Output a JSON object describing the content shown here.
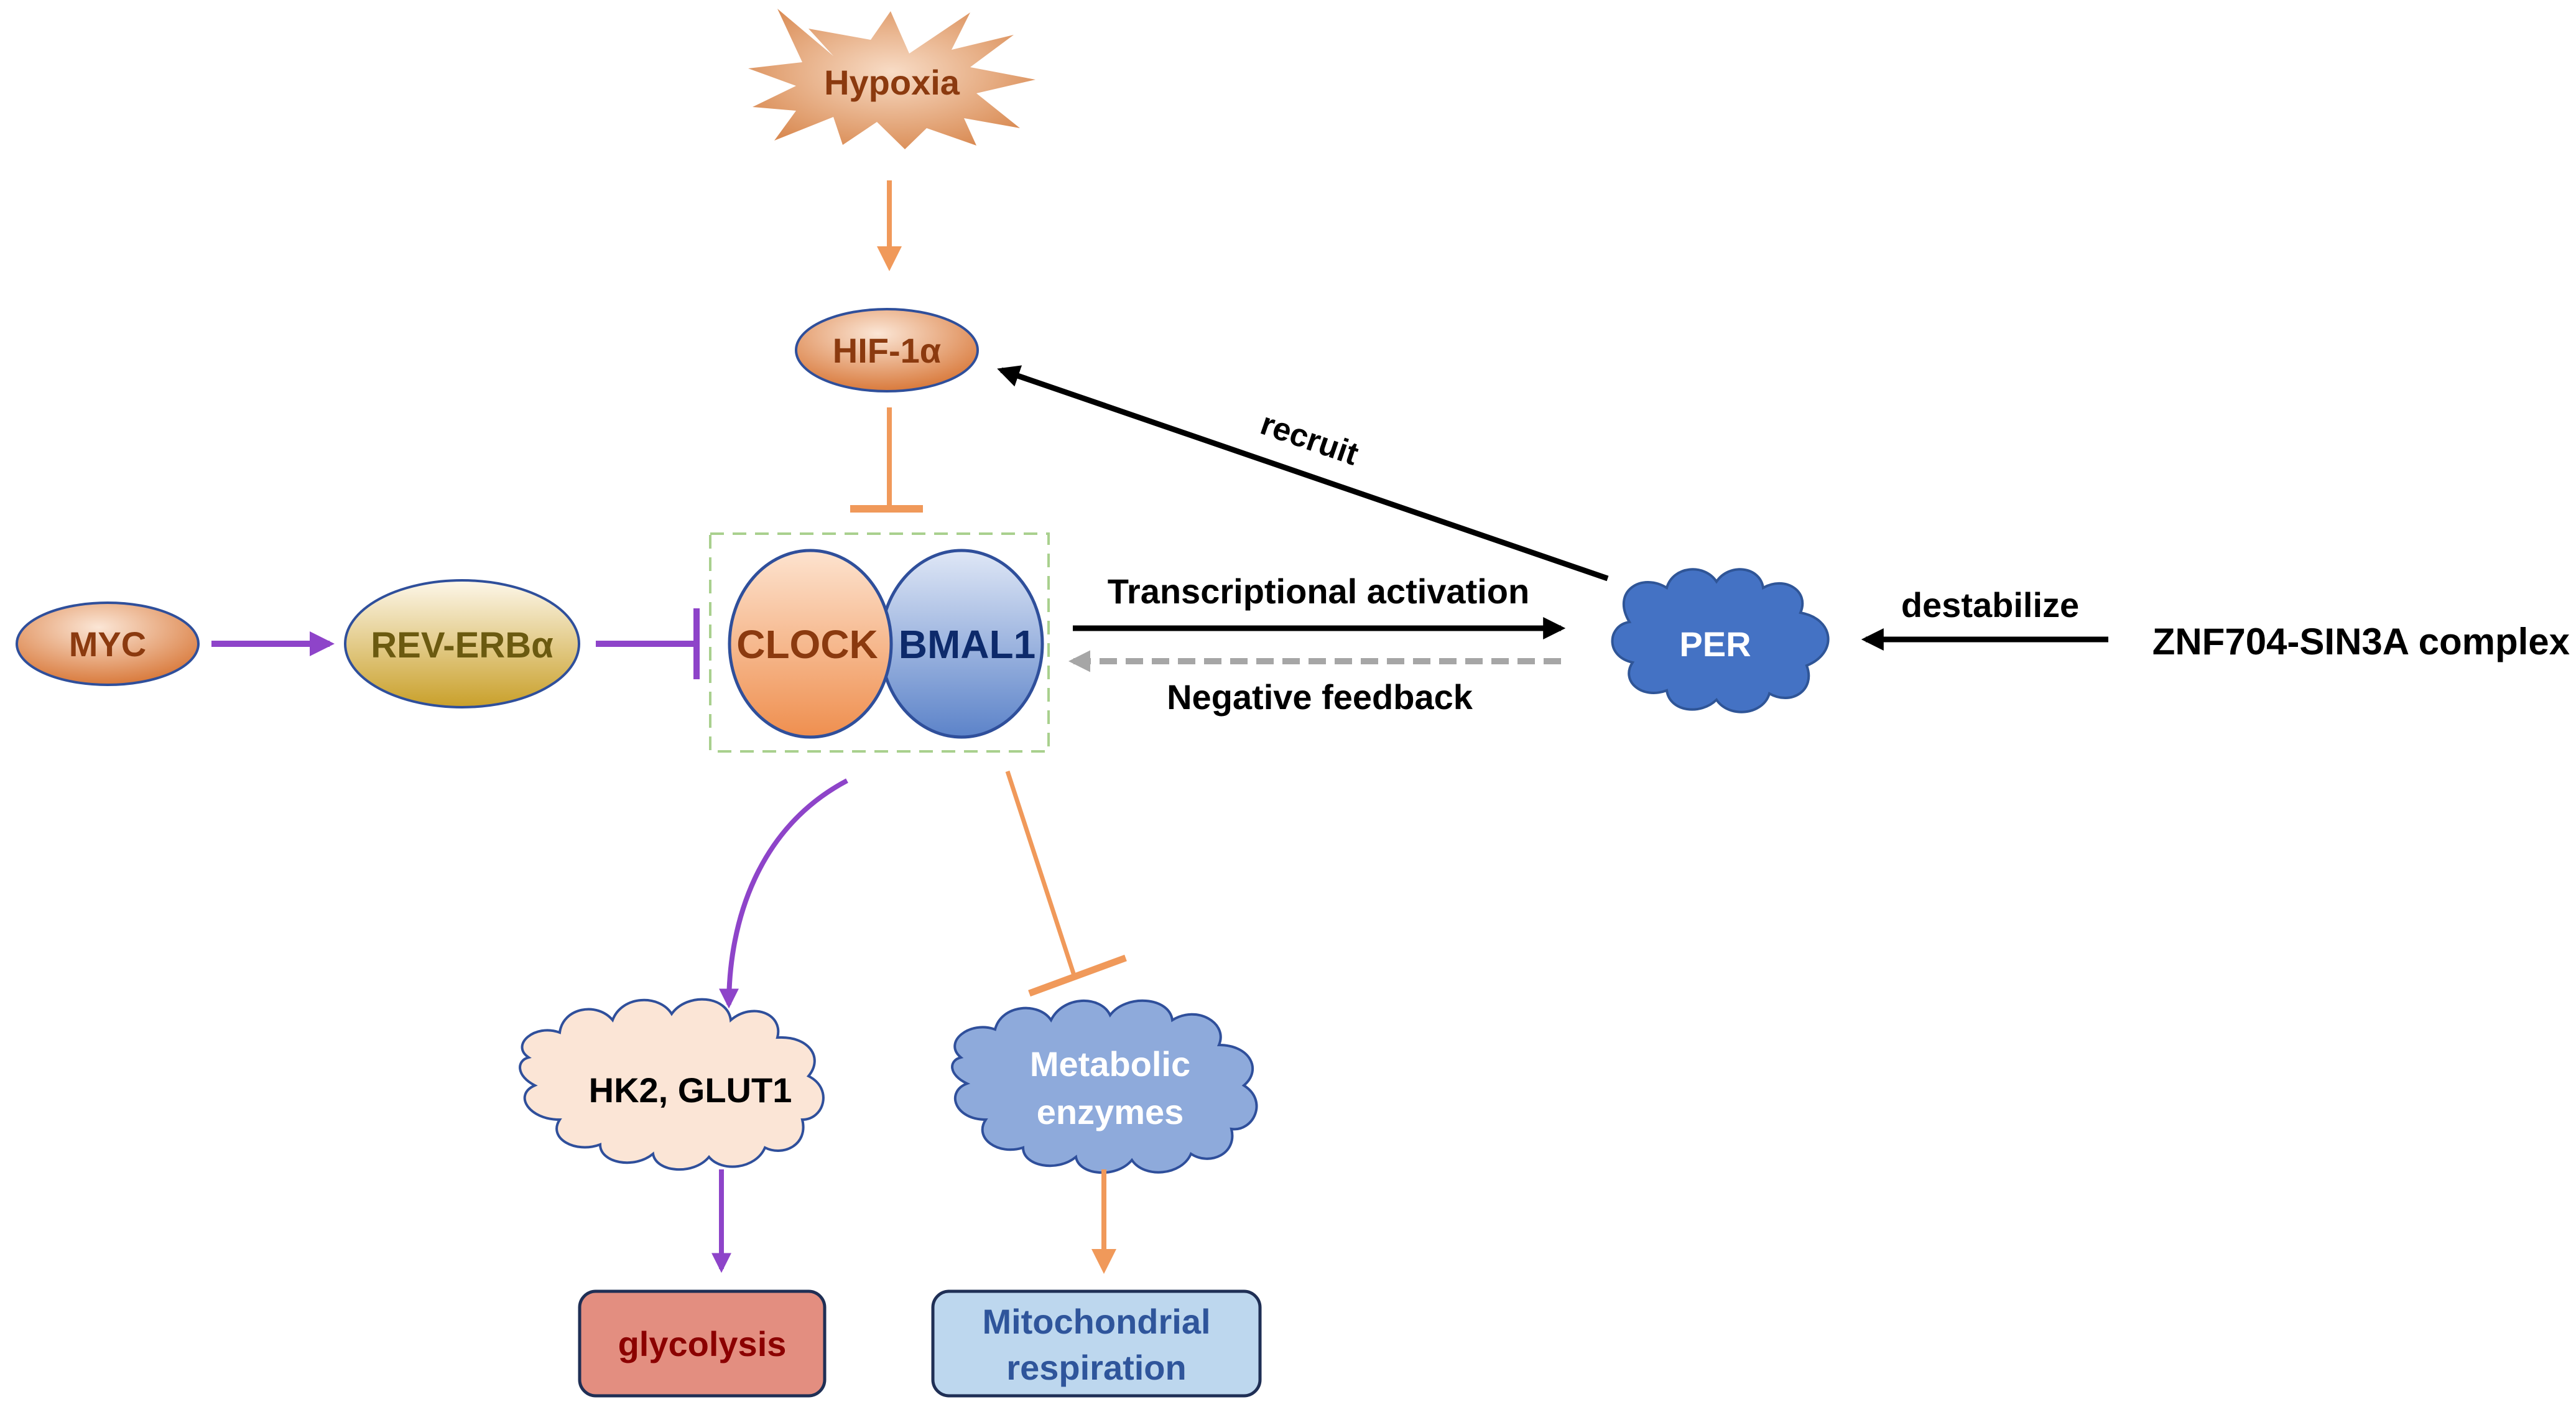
{
  "nodes": {
    "hypoxia": {
      "label": "Hypoxia",
      "text_color": "#8b3a0f"
    },
    "hif1a": {
      "label": "HIF-1α",
      "text_color": "#8b3a0f"
    },
    "myc": {
      "label": "MYC",
      "text_color": "#8b3a0f"
    },
    "reverba": {
      "label": "REV-ERBα",
      "text_color": "#6b5a10"
    },
    "clock": {
      "label": "CLOCK",
      "text_color": "#8b3a0f"
    },
    "bmal1": {
      "label": "BMAL1",
      "text_color": "#0d2a6b"
    },
    "per": {
      "label": "PER",
      "text_color": "#ffffff"
    },
    "znf704": {
      "label": "ZNF704-SIN3A complex",
      "text_color": "#000000"
    },
    "hk2_glut1": {
      "label": "HK2, GLUT1",
      "text_color": "#000000"
    },
    "metabolic_enzymes": {
      "line1": "Metabolic",
      "line2": "enzymes",
      "text_color": "#ffffff"
    },
    "glycolysis": {
      "label": "glycolysis",
      "text_color": "#8b0000"
    },
    "mito": {
      "line1": "Mitochondrial",
      "line2": "respiration",
      "text_color": "#2f559b"
    }
  },
  "edges": {
    "recruit": "recruit",
    "transcriptional_activation": "Transcriptional activation",
    "negative_feedback": "Negative feedback",
    "destabilize": "destabilize"
  },
  "colors": {
    "orange_arrow": "#f0995a",
    "purple_arrow": "#8e44c9",
    "black_arrow": "#000000",
    "gray_dashed": "#a6a6a6",
    "complex_box": "#a9d08e"
  }
}
